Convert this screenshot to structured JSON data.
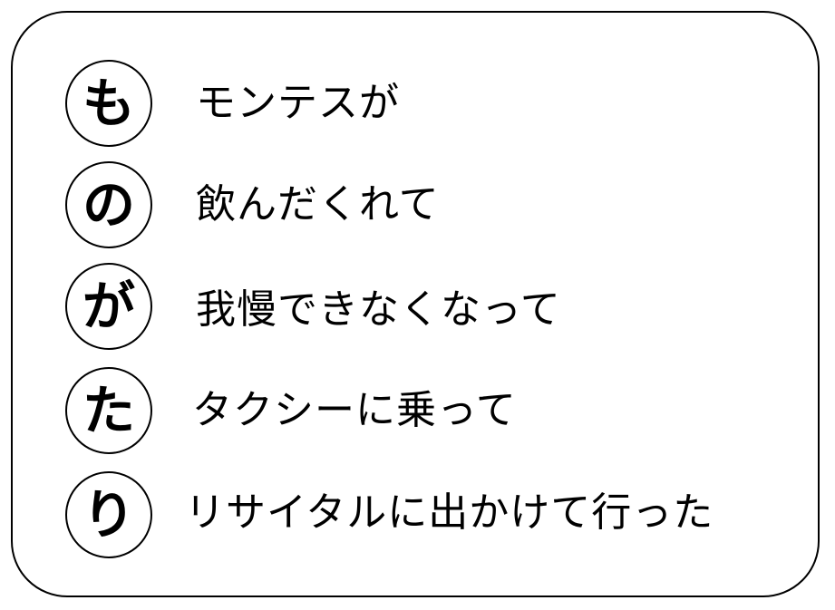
{
  "rows": [
    {
      "initial": "も",
      "text": "モンテスが"
    },
    {
      "initial": "の",
      "text": "飲んだくれて"
    },
    {
      "initial": "が",
      "text": "我慢できなくなって"
    },
    {
      "initial": "た",
      "text": "タクシーに乗って"
    },
    {
      "initial": "り",
      "text": "リサイタルに出かけて行った"
    }
  ]
}
